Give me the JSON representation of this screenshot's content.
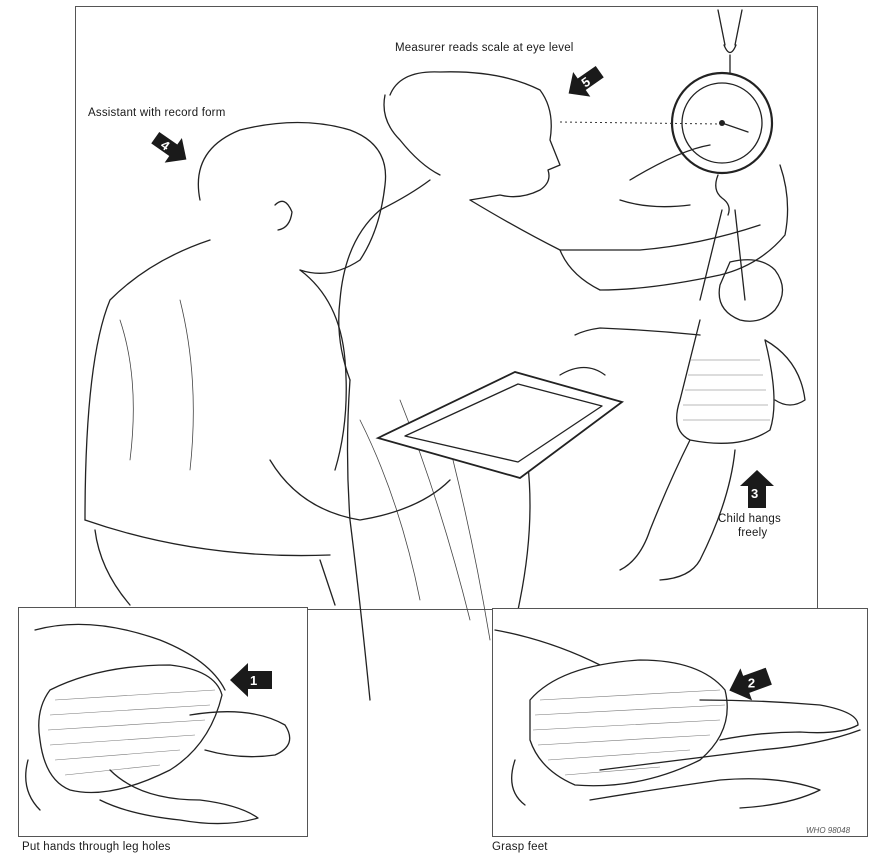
{
  "labels": {
    "measurer": "Measurer reads scale at eye level",
    "assistant": "Assistant with record form",
    "child_line1": "Child hangs",
    "child_line2": "freely",
    "step1_caption": "Put hands through leg holes",
    "step2_caption": "Grasp feet",
    "credit": "WHO 98048"
  },
  "step_markers": [
    {
      "number": "1",
      "icon": "arrow-pointing-left-icon"
    },
    {
      "number": "2",
      "icon": "arrow-pointing-down-left-icon"
    },
    {
      "number": "3",
      "icon": "arrow-pointing-up-icon"
    },
    {
      "number": "4",
      "icon": "arrow-pointing-down-right-icon"
    },
    {
      "number": "5",
      "icon": "arrow-pointing-down-left-icon"
    }
  ]
}
